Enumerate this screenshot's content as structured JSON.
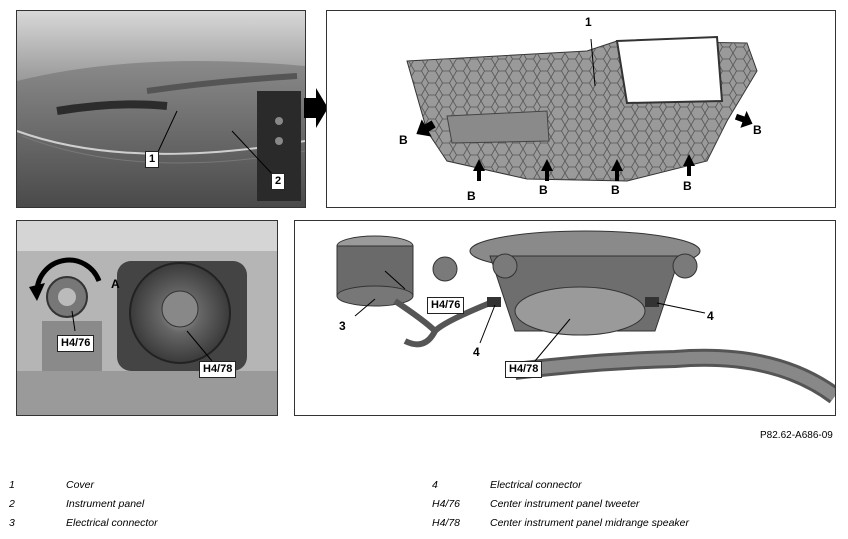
{
  "panel1": {
    "labels": [
      "1",
      "2"
    ]
  },
  "panel2": {
    "labels": {
      "item1": "1",
      "b": "B"
    }
  },
  "panel3": {
    "labels": {
      "a": "A",
      "tweeter": "H4/76",
      "midrange": "H4/78"
    }
  },
  "panel4": {
    "labels": {
      "item3": "3",
      "item4": "4",
      "tweeter": "H4/76",
      "midrange": "H4/78"
    }
  },
  "reference_code": "P82.62-A686-09",
  "legend": [
    {
      "key": "1",
      "description": "Cover"
    },
    {
      "key": "2",
      "description": "Instrument panel"
    },
    {
      "key": "3",
      "description": "Electrical connector"
    },
    {
      "key": "4",
      "description": "Electrical connector"
    },
    {
      "key": "H4/76",
      "description": "Center instrument panel tweeter"
    },
    {
      "key": "H4/78",
      "description": "Center instrument panel midrange speaker"
    }
  ]
}
